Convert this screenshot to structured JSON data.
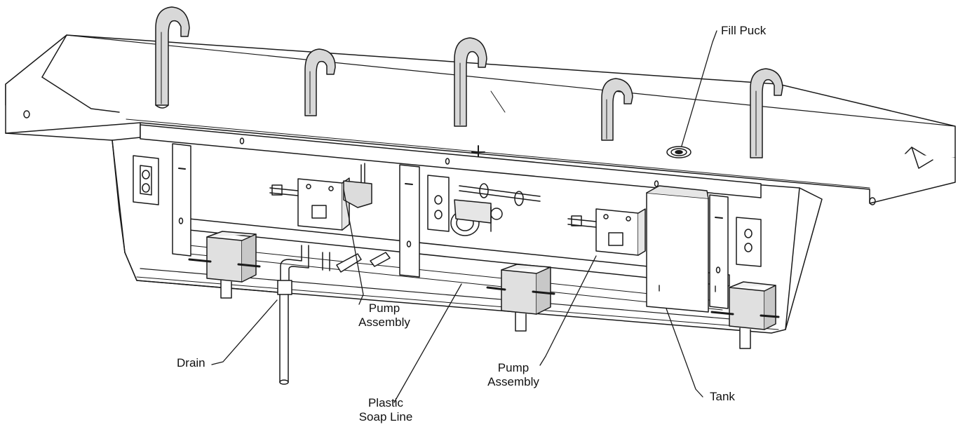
{
  "callouts": {
    "fill_puck": "Fill Puck",
    "pump_assembly_left": [
      "Pump",
      "Assembly"
    ],
    "pump_assembly_right": [
      "Pump",
      "Assembly"
    ],
    "drain": "Drain",
    "plastic_soap_line": [
      "Plastic",
      "Soap Line"
    ],
    "tank": "Tank"
  },
  "colors": {
    "line": "#1a1a1a",
    "fill_light": "#ffffff",
    "fill_shade": "#e6e6e6",
    "fill_dark": "#bdbdbd"
  }
}
